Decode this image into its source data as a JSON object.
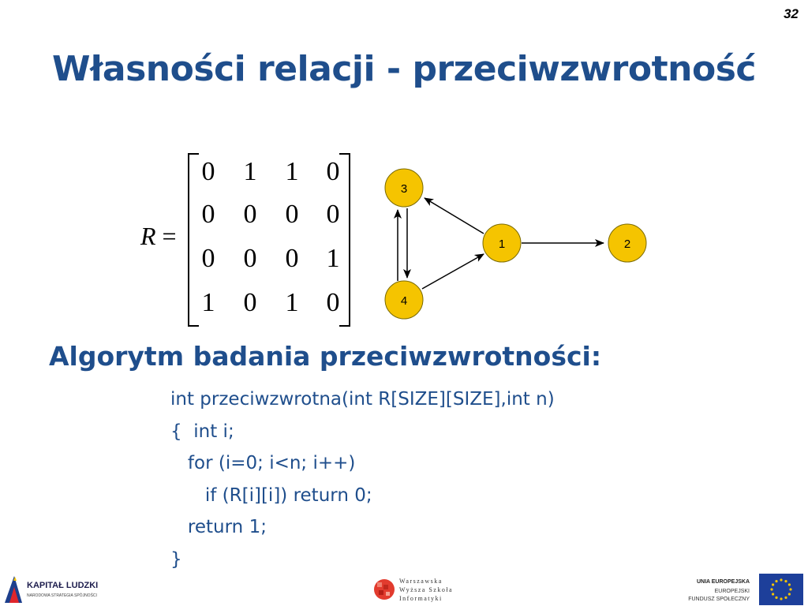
{
  "page_number": "32",
  "title": "Własności relacji - przeciwzwrotność",
  "matrix": {
    "label": "R",
    "equals": "=",
    "rows": [
      [
        "0",
        "1",
        "1",
        "0"
      ],
      [
        "0",
        "0",
        "0",
        "0"
      ],
      [
        "0",
        "0",
        "0",
        "1"
      ],
      [
        "1",
        "0",
        "1",
        "0"
      ]
    ]
  },
  "graph": {
    "node_color": "#f5c400",
    "nodes": [
      "3",
      "1",
      "2",
      "4"
    ],
    "edges": [
      [
        "1",
        "3"
      ],
      [
        "1",
        "2"
      ],
      [
        "3",
        "4"
      ],
      [
        "4",
        "3"
      ],
      [
        "4",
        "1"
      ]
    ]
  },
  "subtitle": "Algorytm badania przeciwzwrotności:",
  "code": [
    "int przeciwzwrotna(int R[SIZE][SIZE],int n)",
    "{  int i;",
    "   for (i=0; i<n; i++)",
    "      if (R[i][i]) return 0;",
    "   return 1;",
    "}"
  ],
  "footer": {
    "left_logo": {
      "title": "KAPITAŁ LUDZKI",
      "subtitle": "NARODOWA STRATEGIA SPÓJNOŚCI"
    },
    "center_logo": {
      "lines": [
        "Warszawska",
        "Wyższa Szkoła",
        "Informatyki"
      ]
    },
    "right_logo": {
      "lines": [
        "UNIA EUROPEJSKA",
        "EUROPEJSKI",
        "FUNDUSZ SPOŁECZNY"
      ]
    }
  },
  "colors": {
    "title": "#1f4e8c",
    "text": "#1f4e8c",
    "node": "#f5c400"
  }
}
